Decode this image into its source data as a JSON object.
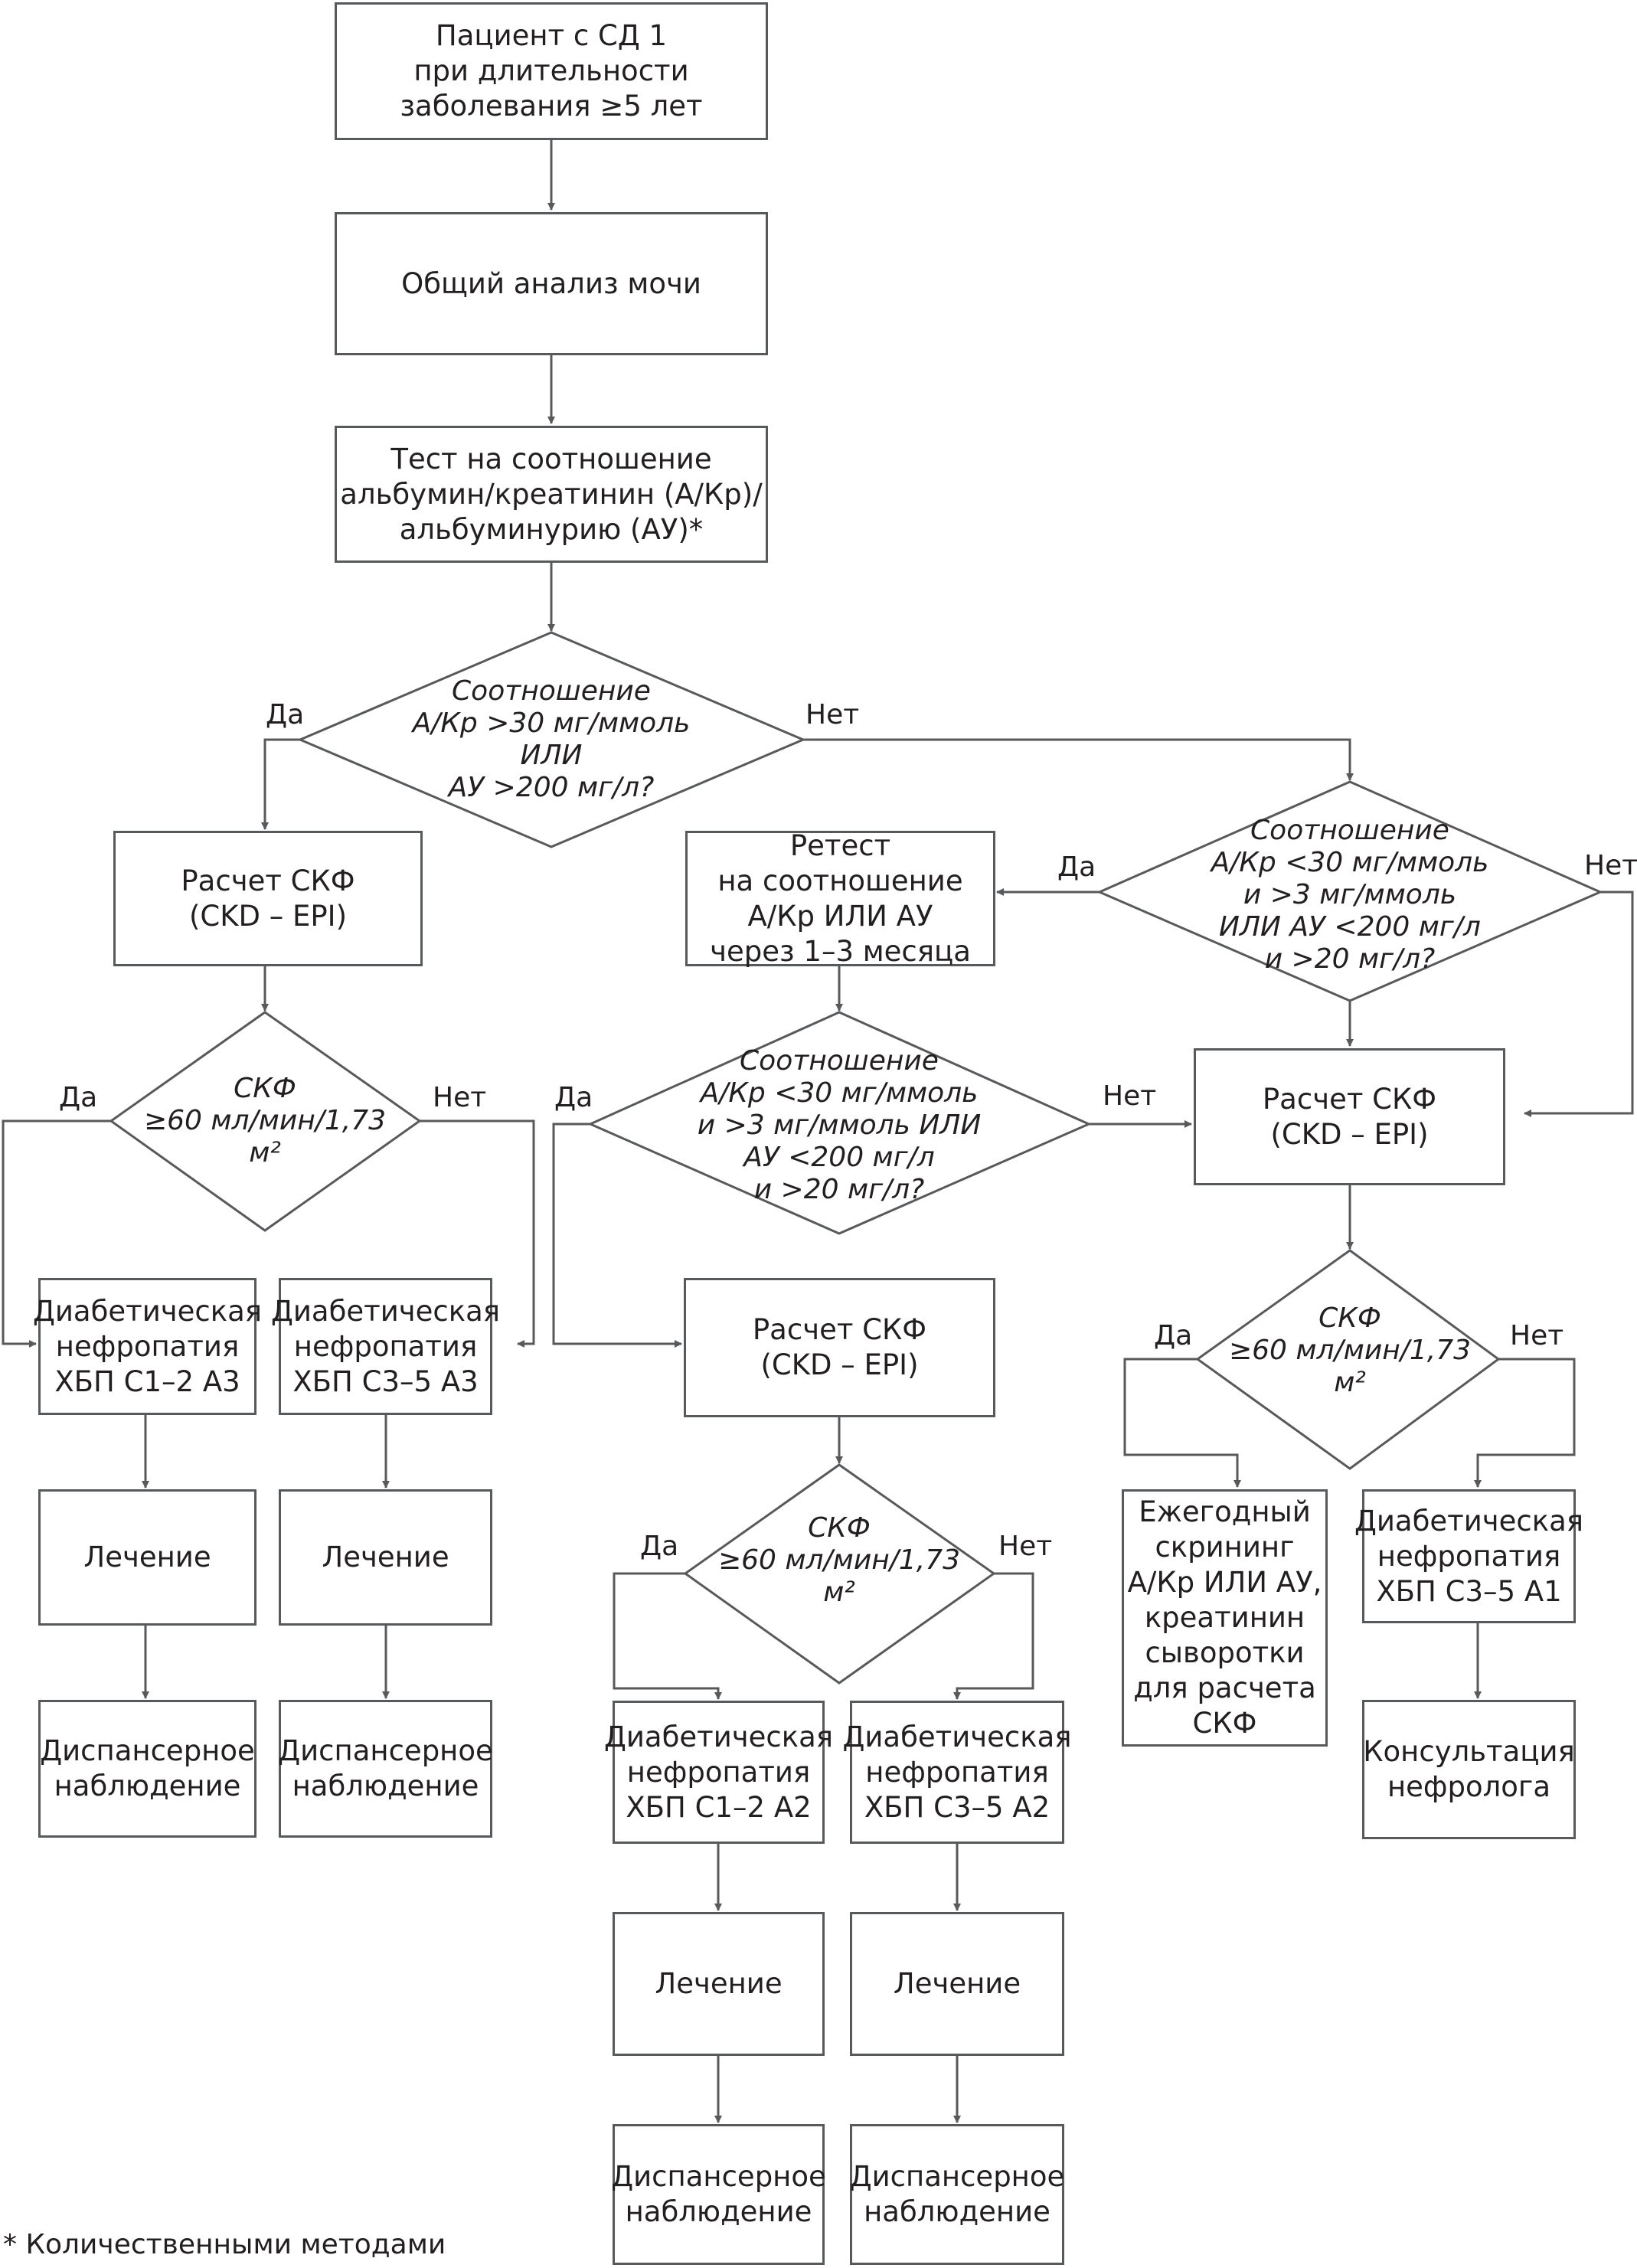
{
  "boxes": {
    "start": "Пациент с СД 1\nпри длительности\nзаболевания ≥5 лет",
    "urine": "Общий анализ мочи",
    "test": "Тест на соотношение\nальбумин/креатинин (А/Кр)/\nальбуминурию (АУ)*",
    "gfr_left": "Расчет СКФ\n(CKD – EPI)",
    "retest": "Ретест\nна соотношение\nА/Кр ИЛИ АУ\nчерез 1–3 месяца",
    "gfr_right": "Расчет СКФ\n(CKD – EPI)",
    "gfr_mid": "Расчет СКФ\n(CKD – EPI)",
    "dn_c12_a3": "Диабетическая\nнефропатия\nХБП С1–2 А3",
    "dn_c35_a3": "Диабетическая\nнефропатия\nХБП С3–5 А3",
    "treat_1": "Лечение",
    "treat_2": "Лечение",
    "obs_1": "Диспансерное\nнаблюдение",
    "obs_2": "Диспансерное\nнаблюдение",
    "annual": "Ежегодный\nскрининг\nА/Кр ИЛИ АУ,\nкреатинин\nсыворотки\nдля расчета\nСКФ",
    "dn_c35_a1": "Диабетическая\nнефропатия\nХБП С3–5 А1",
    "consult": "Консультация\nнефролога",
    "dn_c12_a2": "Диабетическая\nнефропатия\nХБП С1–2 А2",
    "dn_c35_a2": "Диабетическая\nнефропатия\nХБП С3–5 А2",
    "treat_3": "Лечение",
    "treat_4": "Лечение",
    "obs_3": "Диспансерное\nнаблюдение",
    "obs_4": "Диспансерное\nнаблюдение"
  },
  "decisions": {
    "d1": "Соотношение\nА/Кр >30 мг/ммоль\nИЛИ\nАУ >200 мг/л?",
    "d2": "Соотношение\nА/Кр <30 мг/ммоль\nи >3 мг/ммоль\nИЛИ АУ <200 мг/л\nи >20 мг/л?",
    "d_gfr_left": "СКФ\n≥60 мл/мин/1,73 м²",
    "d3": "Соотношение\nА/Кр <30 мг/ммоль\nи >3 мг/ммоль ИЛИ\nАУ <200 мг/л\nи >20 мг/л?",
    "d_gfr_right": "СКФ\n≥60 мл/мин/1,73 м²",
    "d_gfr_mid": "СКФ\n≥60 мл/мин/1,73 м²"
  },
  "labels": {
    "d1_yes": "Да",
    "d1_no": "Нет",
    "d2_yes": "Да",
    "d2_no": "Нет",
    "dgl_yes": "Да",
    "dgl_no": "Нет",
    "d3_yes": "Да",
    "d3_no": "Нет",
    "dgr_yes": "Да",
    "dgr_no": "Нет",
    "dgm_yes": "Да",
    "dgm_no": "Нет"
  },
  "footnote": "* Количественными методами",
  "colors": {
    "line": "#58595b",
    "text": "#231f20",
    "background": "#ffffff"
  }
}
